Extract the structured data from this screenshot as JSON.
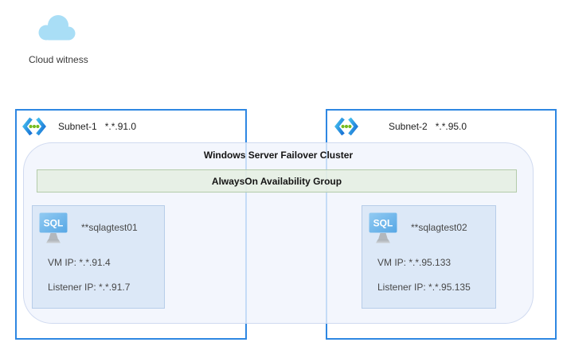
{
  "cloud_witness": {
    "label": "Cloud witness"
  },
  "subnets": [
    {
      "name": "Subnet-1",
      "cidr": "*.*.91.0"
    },
    {
      "name": "Subnet-2",
      "cidr": "*.*.95.0"
    }
  ],
  "cluster": {
    "title": "Windows Server Failover Cluster",
    "availability_group_label": "AlwaysOn Availability Group"
  },
  "vms": [
    {
      "icon_label": "SQL",
      "name": "**sqlagtest01",
      "vm_ip": "VM IP: *.*.91.4",
      "listener_ip": "Listener IP: *.*.91.7"
    },
    {
      "icon_label": "SQL",
      "name": "**sqlagtest02",
      "vm_ip": "VM IP: *.*.95.133",
      "listener_ip": "Listener IP: *.*.95.135"
    }
  ],
  "colors": {
    "subnet_border": "#2e87e2",
    "cluster_fill": "#eff4fc",
    "ag_fill": "#e4eee0",
    "ag_border": "#b3cba9",
    "vm_fill": "#dae7f7",
    "vm_border": "#b7cde9",
    "cloud_fill": "#a9def6",
    "sql_screen_blue": "#5ba9e6",
    "subnet_icon_green": "#76bc21"
  }
}
